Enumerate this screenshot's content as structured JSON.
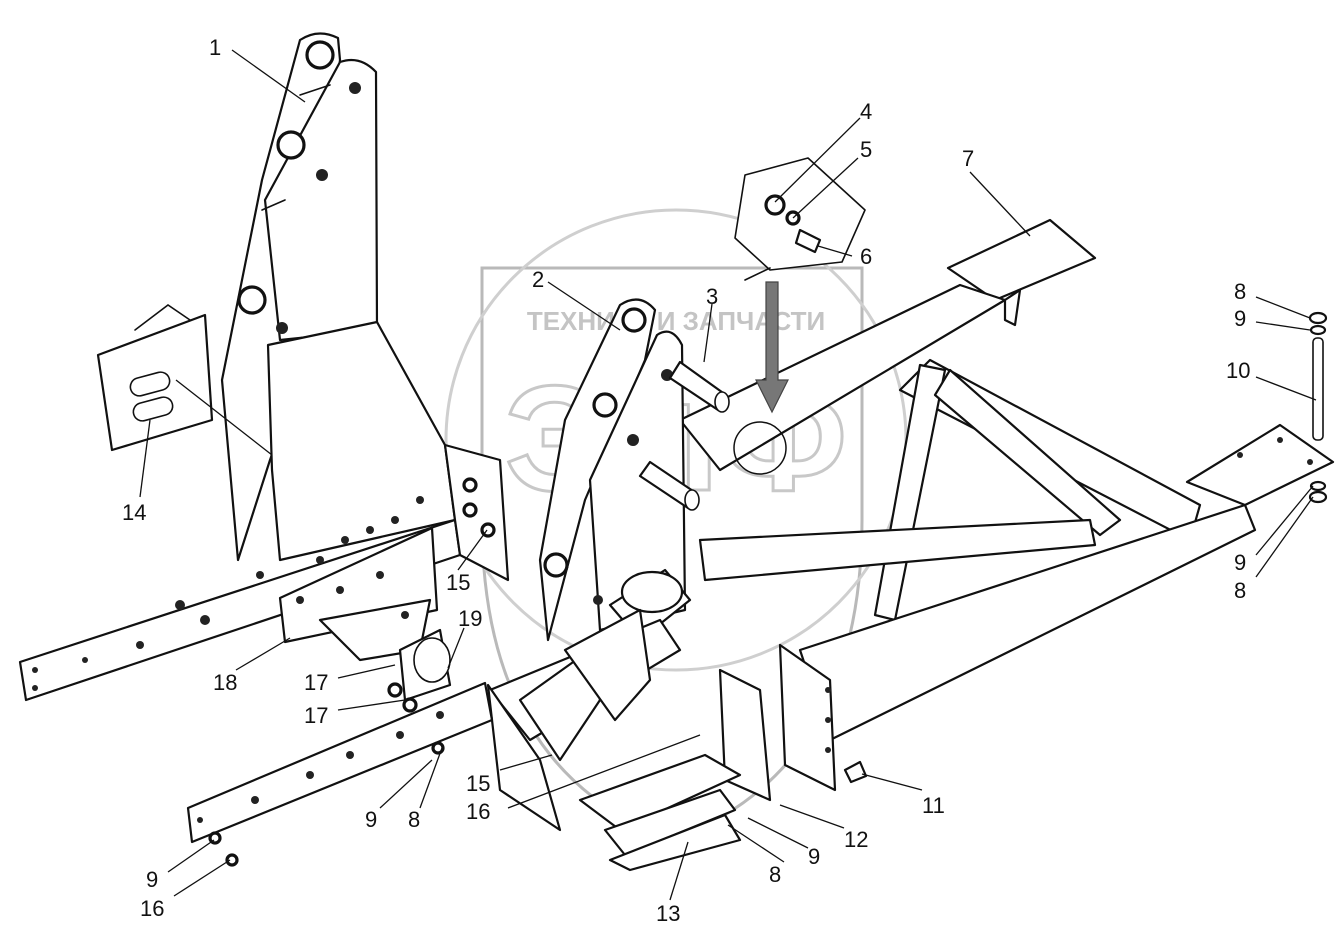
{
  "watermark": {
    "brand_text": "ТЕХНИКА И ЗАПЧАСТИ",
    "logo_text": "ЭПФ"
  },
  "callouts": [
    {
      "id": "c1",
      "text": "1"
    },
    {
      "id": "c2",
      "text": "2"
    },
    {
      "id": "c3",
      "text": "3"
    },
    {
      "id": "c4",
      "text": "4"
    },
    {
      "id": "c5",
      "text": "5"
    },
    {
      "id": "c6",
      "text": "6"
    },
    {
      "id": "c7",
      "text": "7"
    },
    {
      "id": "c8a",
      "text": "8"
    },
    {
      "id": "c9a",
      "text": "9"
    },
    {
      "id": "c10",
      "text": "10"
    },
    {
      "id": "c9b",
      "text": "9"
    },
    {
      "id": "c8b",
      "text": "8"
    },
    {
      "id": "c14",
      "text": "14"
    },
    {
      "id": "c15a",
      "text": "15"
    },
    {
      "id": "c19",
      "text": "19"
    },
    {
      "id": "c18",
      "text": "18"
    },
    {
      "id": "c17a",
      "text": "17"
    },
    {
      "id": "c17b",
      "text": "17"
    },
    {
      "id": "c15b",
      "text": "15"
    },
    {
      "id": "c16a",
      "text": "16"
    },
    {
      "id": "c9c",
      "text": "9"
    },
    {
      "id": "c8c",
      "text": "8"
    },
    {
      "id": "c11",
      "text": "11"
    },
    {
      "id": "c12",
      "text": "12"
    },
    {
      "id": "c9d",
      "text": "9"
    },
    {
      "id": "c8d",
      "text": "8"
    },
    {
      "id": "c13",
      "text": "13"
    },
    {
      "id": "c9e",
      "text": "9"
    },
    {
      "id": "c16b",
      "text": "16"
    }
  ]
}
